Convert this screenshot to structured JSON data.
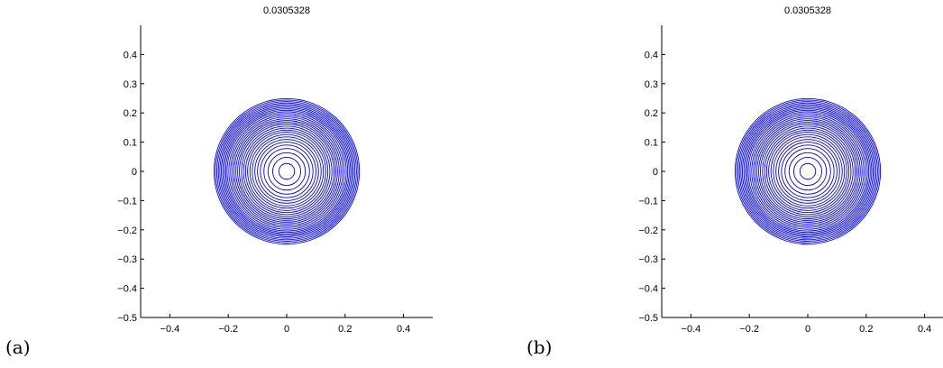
{
  "chart_data": [
    {
      "type": "contour",
      "panel_label": "(a)",
      "title": "0.0305328",
      "xlabel": "",
      "ylabel": "",
      "xlim": [
        -0.5,
        0.5
      ],
      "ylim": [
        -0.5,
        0.5
      ],
      "xticks": [
        -0.4,
        -0.2,
        0,
        0.2,
        0.4
      ],
      "xtick_labels": [
        "−0.4",
        "−0.2",
        "0",
        "0.2",
        "0.4"
      ],
      "yticks": [
        -0.5,
        -0.4,
        -0.3,
        -0.2,
        -0.1,
        0,
        0.1,
        0.2,
        0.3,
        0.4
      ],
      "ytick_labels": [
        "−0.5",
        "−0.4",
        "−0.3",
        "−0.2",
        "−0.1",
        "0",
        "0.1",
        "0.2",
        "0.3",
        "0.4"
      ],
      "grid": false,
      "line_color": "#0000ff",
      "center": [
        0,
        0
      ],
      "contour_radii": [
        0.027,
        0.048,
        0.064,
        0.078,
        0.09,
        0.1,
        0.109,
        0.118,
        0.126,
        0.134,
        0.141,
        0.148,
        0.155,
        0.162,
        0.168,
        0.174,
        0.18,
        0.186,
        0.192,
        0.198,
        0.204,
        0.209,
        0.214,
        0.219,
        0.224,
        0.229,
        0.234,
        0.239,
        0.244,
        0.249
      ]
    },
    {
      "type": "contour",
      "panel_label": "(b)",
      "title": "0.0305328",
      "xlabel": "",
      "ylabel": "",
      "xlim": [
        -0.5,
        0.5
      ],
      "ylim": [
        -0.5,
        0.5
      ],
      "xticks": [
        -0.4,
        -0.2,
        0,
        0.2,
        0.4
      ],
      "xtick_labels": [
        "−0.4",
        "−0.2",
        "0",
        "0.2",
        "0.4"
      ],
      "yticks": [
        -0.5,
        -0.4,
        -0.3,
        -0.2,
        -0.1,
        0,
        0.1,
        0.2,
        0.3,
        0.4
      ],
      "ytick_labels": [
        "−0.5",
        "−0.4",
        "−0.3",
        "−0.2",
        "−0.1",
        "0",
        "0.1",
        "0.2",
        "0.3",
        "0.4"
      ],
      "grid": false,
      "line_color": "#0000ff",
      "center": [
        0,
        0
      ],
      "contour_radii": [
        0.027,
        0.048,
        0.064,
        0.078,
        0.09,
        0.1,
        0.109,
        0.118,
        0.126,
        0.134,
        0.141,
        0.148,
        0.155,
        0.162,
        0.168,
        0.174,
        0.18,
        0.186,
        0.192,
        0.198,
        0.204,
        0.209,
        0.214,
        0.219,
        0.224,
        0.229,
        0.234,
        0.239,
        0.244,
        0.249
      ]
    }
  ]
}
